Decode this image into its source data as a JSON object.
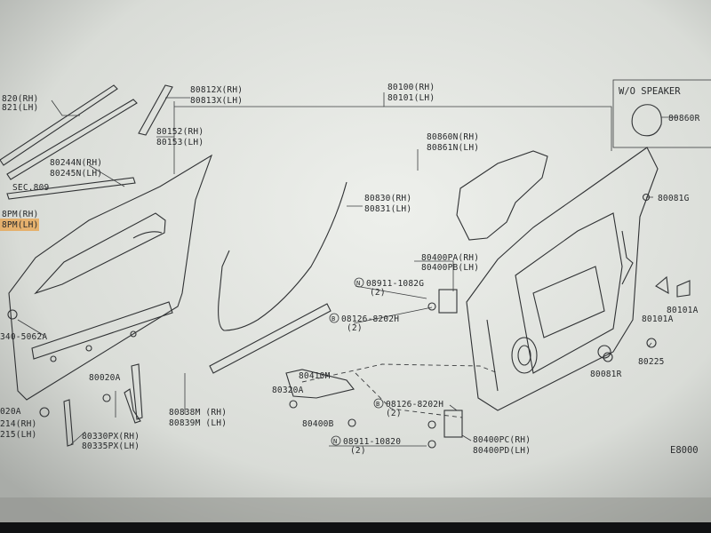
{
  "labels": {
    "sec809": "SEC.809",
    "p80820": "820(RH)",
    "p80821": "821(LH)",
    "p80244n": "80244N(RH)",
    "p80245n": "80245N(LH)",
    "p8bpm_rh": "8PM(RH)",
    "p8bpm_lh": "8PM(LH)",
    "p80812x": "80812X(RH)",
    "p80813x": "80813X(LH)",
    "p80152": "80152(RH)",
    "p80153": "80153(LH)",
    "p80100": "80100(RH)",
    "p80101": "80101(LH)",
    "p80860n": "80860N(RH)",
    "p80861n": "80861N(LH)",
    "p80830": "80830(RH)",
    "p80831": "80831(LH)",
    "p80400pa": "80400PA(RH)",
    "p80400pb": "80400PB(LH)",
    "p08911_top": "08911-1082G",
    "qty_top": "(2)",
    "p08126_top": "08126-8202H",
    "qty_mid": "(2)",
    "p08340": "340-5062A",
    "p80020a_l": "020A",
    "p80214": "214(RH)",
    "p80215": "215(LH)",
    "p80020a": "80020A",
    "p80330": "80330PX(RH)",
    "p80335": "80335PX(LH)",
    "p80838m": "80838M (RH)",
    "p80839m": "80839M (LH)",
    "p80410m": "80410M",
    "p80320a": "80320A",
    "p80400b": "80400B",
    "p08126_bot": "08126-8202H",
    "qty_bot1": "(2)",
    "p08911_bot": "08911-10820",
    "qty_bot2": "(2)",
    "p80400pc": "80400PC(RH)",
    "p80400pd": "80400PD(LH)",
    "wo_speaker": "W/O SPEAKER",
    "p80860r": "80860R",
    "p80081g": "80081G",
    "p80101a_1": "80101A",
    "p80101a_2": "80101A",
    "p80225": "80225",
    "p80081r": "80081R",
    "fig_code": "E8000"
  }
}
